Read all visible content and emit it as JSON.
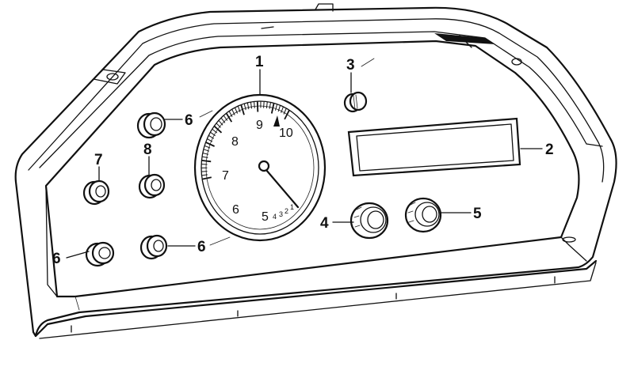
{
  "callouts": [
    {
      "id": "tachometer",
      "label": "1"
    },
    {
      "id": "display-window",
      "label": "2"
    },
    {
      "id": "reset-knob",
      "label": "3"
    },
    {
      "id": "left-knob",
      "label": "4"
    },
    {
      "id": "right-knob",
      "label": "5"
    },
    {
      "id": "warning-lamp-top",
      "label": "6"
    },
    {
      "id": "warning-lamp-bottom-left",
      "label": "6"
    },
    {
      "id": "warning-lamp-bottom-center",
      "label": "6"
    },
    {
      "id": "warning-lamp-left",
      "label": "7"
    },
    {
      "id": "warning-lamp-center",
      "label": "8"
    }
  ],
  "gauge": {
    "numerals": [
      "5",
      "6",
      "7",
      "8",
      "9",
      "10"
    ],
    "small_numerals": [
      "4",
      "3",
      "2",
      "1"
    ]
  },
  "colors": {
    "ink": "#111111",
    "paper": "#ffffff"
  }
}
